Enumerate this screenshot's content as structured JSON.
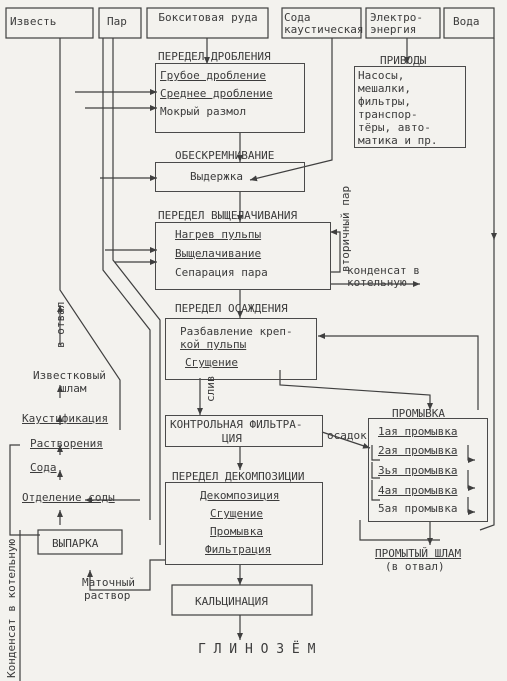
{
  "inputs": {
    "lime": "Известь",
    "steam": "Пар",
    "bauxite": "Бокситовая руда",
    "caustic": "Сода каустическая",
    "electricity": "Электро-энергия",
    "water": "Вода"
  },
  "crushing": {
    "title": "ПЕРЕДЕЛ ДРОБЛЕНИЯ",
    "items": [
      "Грубое дробление",
      "Среднее дробление",
      "Мокрый размол"
    ]
  },
  "drives": {
    "title": "ПРИВОДЫ",
    "text": [
      "Насосы,",
      "мешалки,",
      "фильтры,",
      "транспор-",
      "тёры, авто-",
      "матика и пр."
    ]
  },
  "desilication": {
    "title": "ОБЕСКРЕМНИВАНИЕ",
    "item": "Выдержка"
  },
  "leaching": {
    "title": "ПЕРЕДЕЛ ВЫЩЕЛАЧИВАНИЯ",
    "items": [
      "Нагрев пульпы",
      "Выщелачивание",
      "Сепарация пара"
    ],
    "secondary_steam": "вторичный пар",
    "condensate": "конденсат в котельную"
  },
  "settling": {
    "title": "ПЕРЕДЕЛ ОСАЖДЕНИЯ",
    "items": [
      "Разбавление креп-",
      "кой пульпы",
      "Сгущение"
    ],
    "drain": "слив"
  },
  "control_filtration": {
    "title": "КОНТРОЛЬНАЯ ФИЛЬТРА-",
    "title2": "ЦИЯ",
    "sediment": "осадок"
  },
  "washing": {
    "title": "ПРОМЫВКА",
    "items": [
      "1ая промывка",
      "2ая промывка",
      "3ья промывка",
      "4ая промывка",
      "5ая промывка"
    ],
    "washed_mud": "ПРОМЫТЫЙ ШЛАМ",
    "to_dump": "(в отвал)"
  },
  "decomposition": {
    "title": "ПЕРЕДЕЛ ДЕКОМПОЗИЦИИ",
    "items": [
      "Декомпозиция",
      "Сгущение",
      "Промывка",
      "Фильтрация"
    ]
  },
  "calcination": {
    "title": "КАЛЬЦИНАЦИЯ"
  },
  "product": "Г Л И Н О З Ё М",
  "left_chain": {
    "to_dump": "в отвал",
    "lime_mud": [
      "Известковый",
      "шлам"
    ],
    "caustification": "Каустификация",
    "dissolution": "Растворения",
    "soda": "Сода",
    "soda_separation": "Отделение соды",
    "evaporation": "ВЫПАРКА",
    "mother_liquor": [
      "Маточный",
      "раствор"
    ],
    "condensate_boiler": "Конденсат в котельную"
  }
}
